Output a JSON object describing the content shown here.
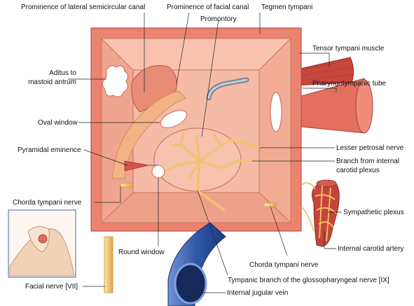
{
  "colors": {
    "box_outer": "#e9806d",
    "box_inner": "#f6b49f",
    "floor": "#f3a892",
    "nerve": "#f6c873",
    "nerve_dark": "#d99a33",
    "muscle": "#c9463e",
    "vein": "#3b63b3",
    "artery": "#c0392b"
  },
  "labels": {
    "lateral_canal": "Prominence of lateral semicircular canal",
    "facial_canal": "Prominence of facial canal",
    "tegmen": "Tegmen tympani",
    "promontory": "Promontory",
    "tensor": "Tensor tympani muscle",
    "aditus_1": "Aditus to",
    "aditus_2": "mastoid antrum",
    "pharyngo": "Pharyngotympanic tube",
    "oval": "Oval window",
    "lesser_petrosal": "Lesser petrosal nerve",
    "pyramidal": "Pyramidal eminence",
    "branch_carotid_1": "Branch from internal",
    "branch_carotid_2": "carotid plexus",
    "chorda_left": "Chorda tympani nerve",
    "sympathetic": "Sympathetic plexus",
    "round": "Round window",
    "internal_carotid": "Internal carotid artery",
    "chorda_right": "Chorda tympani nerve",
    "tympanic_branch": "Tympanic branch of the glossopharyngeal nerve [IX]",
    "facial_nerve": "Facial nerve [VII]",
    "ijv": "Internal jugular vein"
  }
}
